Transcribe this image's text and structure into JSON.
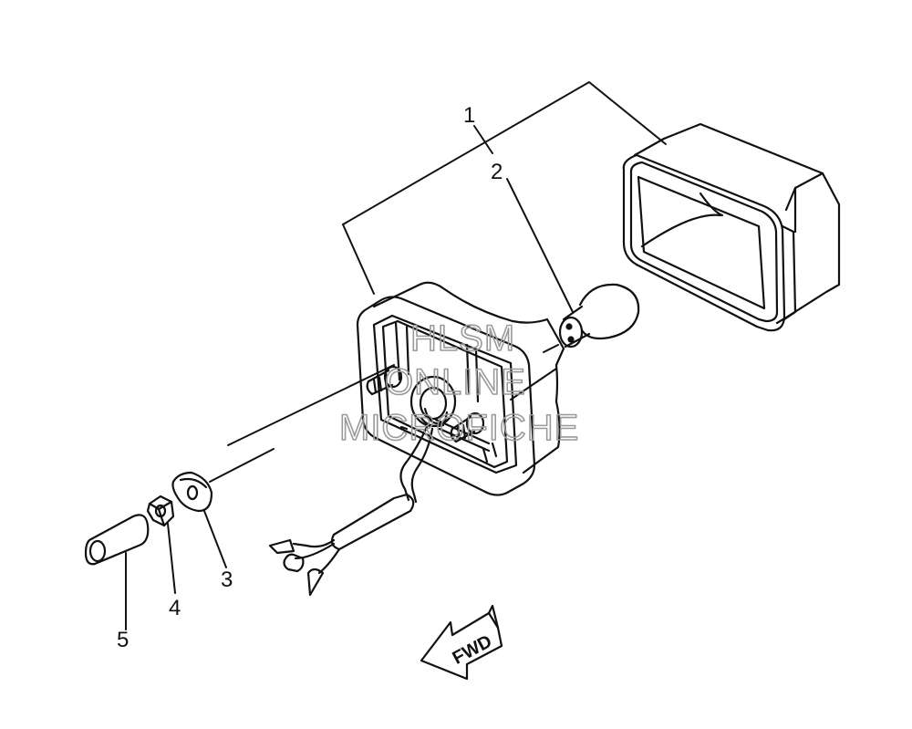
{
  "callouts": [
    {
      "id": "1",
      "label": "1"
    },
    {
      "id": "2",
      "label": "2"
    },
    {
      "id": "3",
      "label": "3"
    },
    {
      "id": "4",
      "label": "4"
    },
    {
      "id": "5",
      "label": "5"
    }
  ],
  "watermark": {
    "line1": "HLSM",
    "line2": "ONLINE",
    "line3": "MICROFICHE"
  },
  "direction_arrow": {
    "label": "FWD"
  },
  "colors": {
    "line": "#111111",
    "watermark": "#9a9a9a",
    "background": "#ffffff"
  }
}
